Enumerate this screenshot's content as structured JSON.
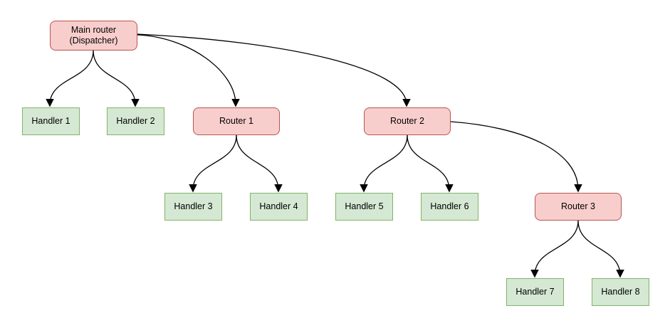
{
  "diagram": {
    "type": "tree",
    "nodes": {
      "main_router": {
        "label_line1": "Main router",
        "label_line2": "(Dispatcher)",
        "kind": "router"
      },
      "handler_1": {
        "label": "Handler 1",
        "kind": "handler"
      },
      "handler_2": {
        "label": "Handler 2",
        "kind": "handler"
      },
      "router_1": {
        "label": "Router 1",
        "kind": "router"
      },
      "router_2": {
        "label": "Router 2",
        "kind": "router"
      },
      "handler_3": {
        "label": "Handler 3",
        "kind": "handler"
      },
      "handler_4": {
        "label": "Handler 4",
        "kind": "handler"
      },
      "handler_5": {
        "label": "Handler 5",
        "kind": "handler"
      },
      "handler_6": {
        "label": "Handler 6",
        "kind": "handler"
      },
      "router_3": {
        "label": "Router 3",
        "kind": "router"
      },
      "handler_7": {
        "label": "Handler 7",
        "kind": "handler"
      },
      "handler_8": {
        "label": "Handler 8",
        "kind": "handler"
      }
    },
    "edges": [
      {
        "from": "main_router",
        "to": "handler_1"
      },
      {
        "from": "main_router",
        "to": "handler_2"
      },
      {
        "from": "main_router",
        "to": "router_1"
      },
      {
        "from": "main_router",
        "to": "router_2"
      },
      {
        "from": "router_1",
        "to": "handler_3"
      },
      {
        "from": "router_1",
        "to": "handler_4"
      },
      {
        "from": "router_2",
        "to": "handler_5"
      },
      {
        "from": "router_2",
        "to": "handler_6"
      },
      {
        "from": "router_2",
        "to": "router_3"
      },
      {
        "from": "router_3",
        "to": "handler_7"
      },
      {
        "from": "router_3",
        "to": "handler_8"
      }
    ],
    "colors": {
      "router_fill": "#f8cecc",
      "router_border": "#b85450",
      "handler_fill": "#d5e8d4",
      "handler_border": "#82b366",
      "edge": "#000000",
      "text": "#000000",
      "background": "#ffffff"
    }
  }
}
